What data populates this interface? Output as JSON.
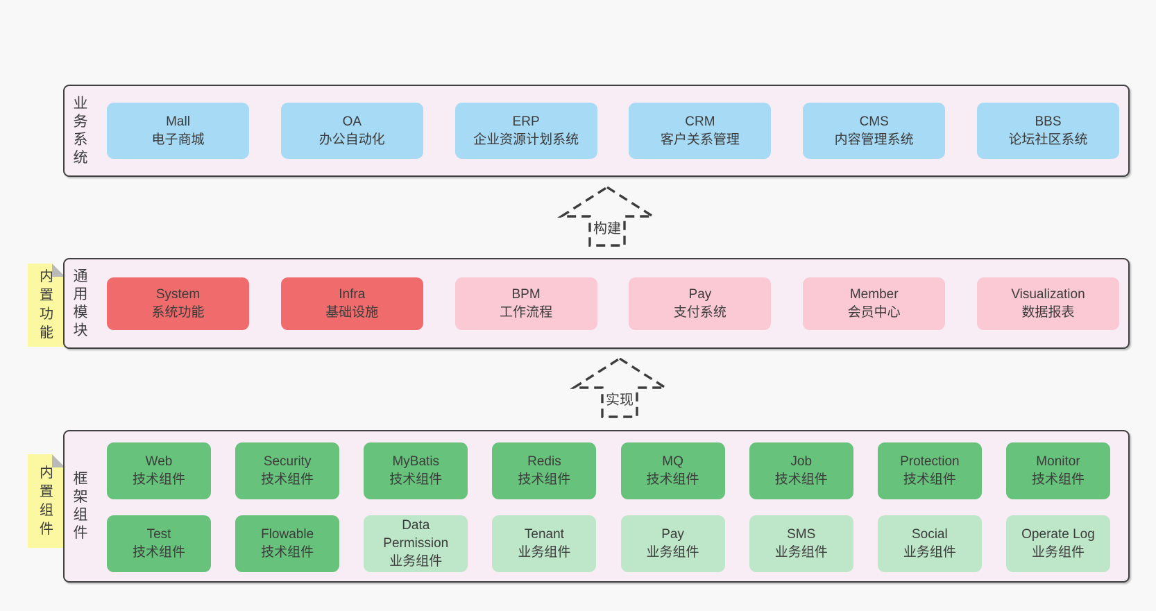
{
  "colors": {
    "page_bg": "#f8f8f8",
    "panel_bg": "#f8edf5",
    "panel_border": "#404040",
    "box_blue": "#a7daf5",
    "box_red": "#f06c6c",
    "box_pink": "#fac9d4",
    "box_green": "#67c37c",
    "box_green_light": "#bee6c8",
    "note_yellow": "#fbf8a1",
    "note_fold_gray": "#b9b9b9",
    "text": "#3b3b3b"
  },
  "arrows": [
    {
      "label": "构建"
    },
    {
      "label": "实现"
    }
  ],
  "notes": {
    "features": "内置功能",
    "components": "内置组件"
  },
  "sections": {
    "business": {
      "label": "业务系统",
      "boxes": [
        {
          "name": "Mall",
          "desc": "电子商城"
        },
        {
          "name": "OA",
          "desc": "办公自动化"
        },
        {
          "name": "ERP",
          "desc": "企业资源计划系统"
        },
        {
          "name": "CRM",
          "desc": "客户关系管理"
        },
        {
          "name": "CMS",
          "desc": "内容管理系统"
        },
        {
          "name": "BBS",
          "desc": "论坛社区系统"
        }
      ]
    },
    "modules": {
      "label": "通用模块",
      "boxes": [
        {
          "name": "System",
          "desc": "系统功能"
        },
        {
          "name": "Infra",
          "desc": "基础设施"
        },
        {
          "name": "BPM",
          "desc": "工作流程"
        },
        {
          "name": "Pay",
          "desc": "支付系统"
        },
        {
          "name": "Member",
          "desc": "会员中心"
        },
        {
          "name": "Visualization",
          "desc": "数据报表"
        }
      ]
    },
    "framework": {
      "label": "框架组件",
      "row1": [
        {
          "name": "Web",
          "desc": "技术组件"
        },
        {
          "name": "Security",
          "desc": "技术组件"
        },
        {
          "name": "MyBatis",
          "desc": "技术组件"
        },
        {
          "name": "Redis",
          "desc": "技术组件"
        },
        {
          "name": "MQ",
          "desc": "技术组件"
        },
        {
          "name": "Job",
          "desc": "技术组件"
        },
        {
          "name": "Protection",
          "desc": "技术组件"
        },
        {
          "name": "Monitor",
          "desc": "技术组件"
        }
      ],
      "row2": [
        {
          "name": "Test",
          "desc": "技术组件"
        },
        {
          "name": "Flowable",
          "desc": "技术组件"
        },
        {
          "name": "Data Permission",
          "desc": "业务组件"
        },
        {
          "name": "Tenant",
          "desc": "业务组件"
        },
        {
          "name": "Pay",
          "desc": "业务组件"
        },
        {
          "name": "SMS",
          "desc": "业务组件"
        },
        {
          "name": "Social",
          "desc": "业务组件"
        },
        {
          "name": "Operate Log",
          "desc": "业务组件"
        }
      ]
    }
  }
}
